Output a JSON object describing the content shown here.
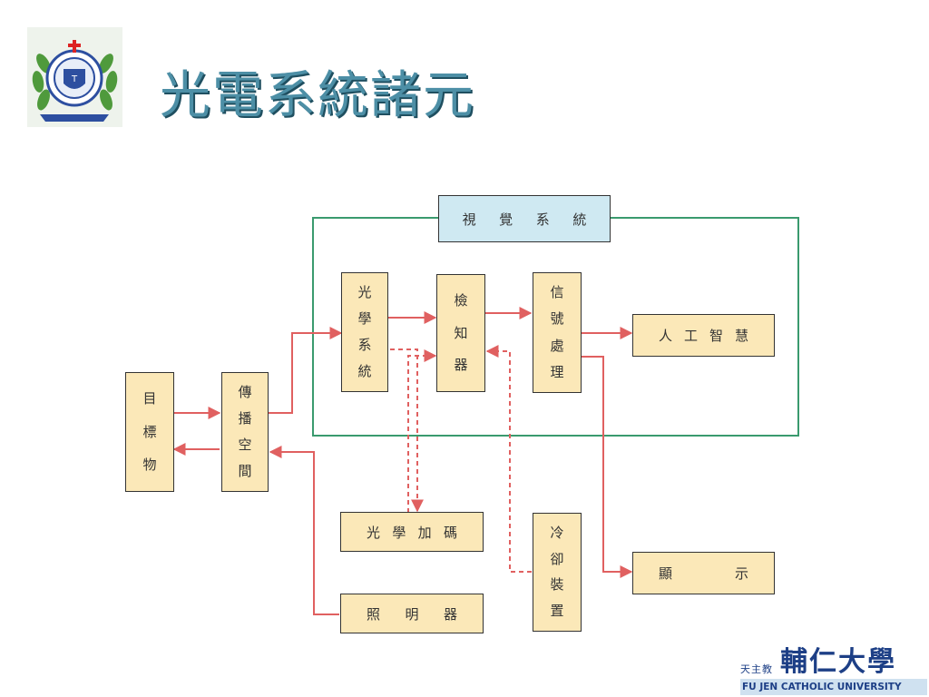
{
  "slide": {
    "title": "光電系統諸元"
  },
  "diagram": {
    "vision_system": [
      "視",
      "覺",
      "系",
      "統"
    ],
    "target": [
      "目",
      "標",
      "物"
    ],
    "propagation": [
      "傳",
      "播",
      "空",
      "間"
    ],
    "optics": [
      "光",
      "學",
      "系",
      "統"
    ],
    "detector": [
      "檢",
      "知",
      "器"
    ],
    "signal": [
      "信",
      "號",
      "處",
      "理"
    ],
    "ai": [
      "人",
      "工",
      "智",
      "慧"
    ],
    "coding": [
      "光",
      "學",
      "加",
      "碼"
    ],
    "cooling": [
      "冷",
      "卻",
      "裝",
      "置"
    ],
    "display": [
      "顯",
      "示"
    ],
    "illuminator": [
      "照",
      "明",
      "器"
    ]
  },
  "colors": {
    "title": "#4d8fa6",
    "frame": "#3a9a6e",
    "arrow": "#e06060",
    "box_fill": "#fbe8b8",
    "label_fill": "#cfe9f2"
  },
  "branding": {
    "chinese_small": "天主教",
    "chinese_big": "輔仁大學",
    "english": "FU JEN CATHOLIC UNIVERSITY"
  }
}
